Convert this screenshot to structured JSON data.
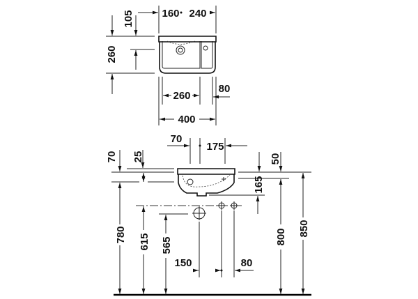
{
  "plan_view": {
    "dim_top_left": "105",
    "dim_tap_offset": "160",
    "dim_right_width": "240",
    "dim_depth": "260",
    "dim_bowl_width": "260",
    "dim_shelf": "80",
    "dim_total_width": "400"
  },
  "elevation_view": {
    "dim_70_horizontal": "70",
    "dim_175": "175",
    "dim_70_vertical": "70",
    "dim_25": "25",
    "dim_50": "50",
    "dim_165": "165",
    "dim_780": "780",
    "dim_615": "615",
    "dim_565": "565",
    "dim_800": "800",
    "dim_850": "850",
    "dim_150": "150",
    "dim_80": "80"
  }
}
